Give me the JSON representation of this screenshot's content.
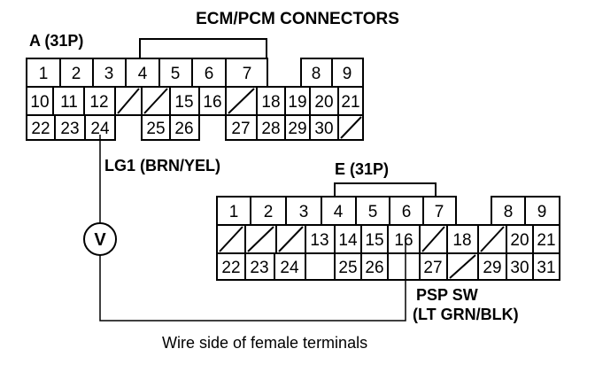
{
  "title": "ECM/PCM CONNECTORS",
  "connectorA": {
    "label": "A (31P)",
    "row1": [
      "1",
      "2",
      "3",
      "4",
      "5",
      "6",
      "7",
      "",
      "8",
      "9"
    ],
    "row2": [
      "10",
      "11",
      "12",
      "/",
      "/",
      "15",
      "16",
      "/",
      "18",
      "19",
      "20",
      "21"
    ],
    "row3": [
      "22",
      "23",
      "24",
      "25",
      "26",
      "27",
      "28",
      "29",
      "30",
      "/"
    ]
  },
  "connectorE": {
    "label": "E (31P)",
    "row1": [
      "1",
      "2",
      "3",
      "4",
      "5",
      "6",
      "7",
      "8",
      "9"
    ],
    "row2": [
      "/",
      "/",
      "/",
      "13",
      "14",
      "15",
      "16",
      "/",
      "18",
      "/",
      "20",
      "21"
    ],
    "row3": [
      "22",
      "23",
      "24",
      "25",
      "26",
      "27",
      "/",
      "29",
      "30",
      "31"
    ]
  },
  "wireA": "LG1 (BRN/YEL)",
  "wireE_line1": "PSP SW",
  "wireE_line2": "(LT GRN/BLK)",
  "meter_symbol": "V",
  "caption": "Wire side of female terminals"
}
